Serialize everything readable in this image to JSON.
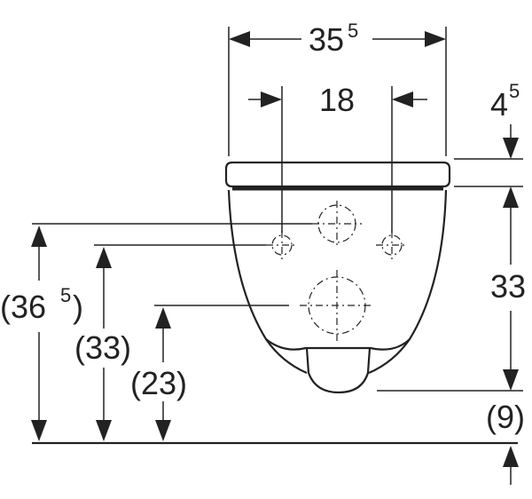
{
  "dimensions": {
    "width_total": {
      "main": "35",
      "sup": "5"
    },
    "width_inner": {
      "main": "18"
    },
    "top_offset": {
      "main": "4",
      "sup": "5"
    },
    "bowl_height": {
      "main": "33"
    },
    "bottom_offset": {
      "main": "(9)"
    },
    "height_top": {
      "open": "(36",
      "sup": "5",
      "close": ")"
    },
    "height_mid": {
      "main": "(33)"
    },
    "height_low": {
      "main": "(23)"
    }
  }
}
